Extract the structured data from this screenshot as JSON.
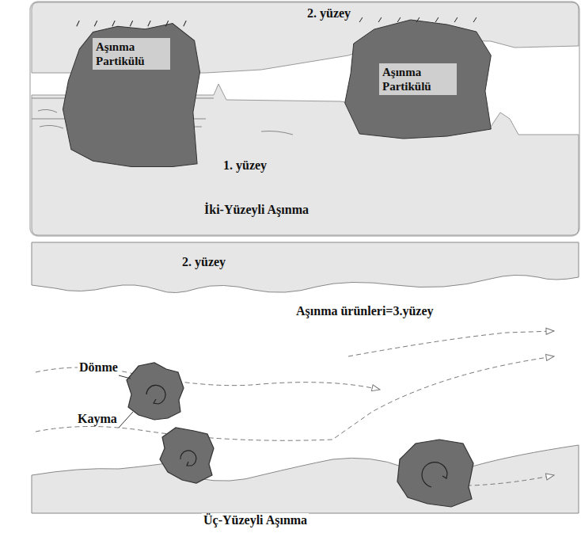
{
  "diagram": {
    "nodes": [
      {
        "text": [
          "Aşınma Partikülü"
        ]
      },
      {
        "text": [
          "Aşınma Partikülü"
        ]
      }
    ],
    "labels": [
      "2. yüzey",
      "1. yüzey",
      "İki-Yüzeyli Aşınma",
      "2. yüzey",
      "Aşınma ürünleri=3.yüzey",
      "Dönme",
      "Kayma",
      "Üç-Yüzeyli Aşınma"
    ]
  }
}
